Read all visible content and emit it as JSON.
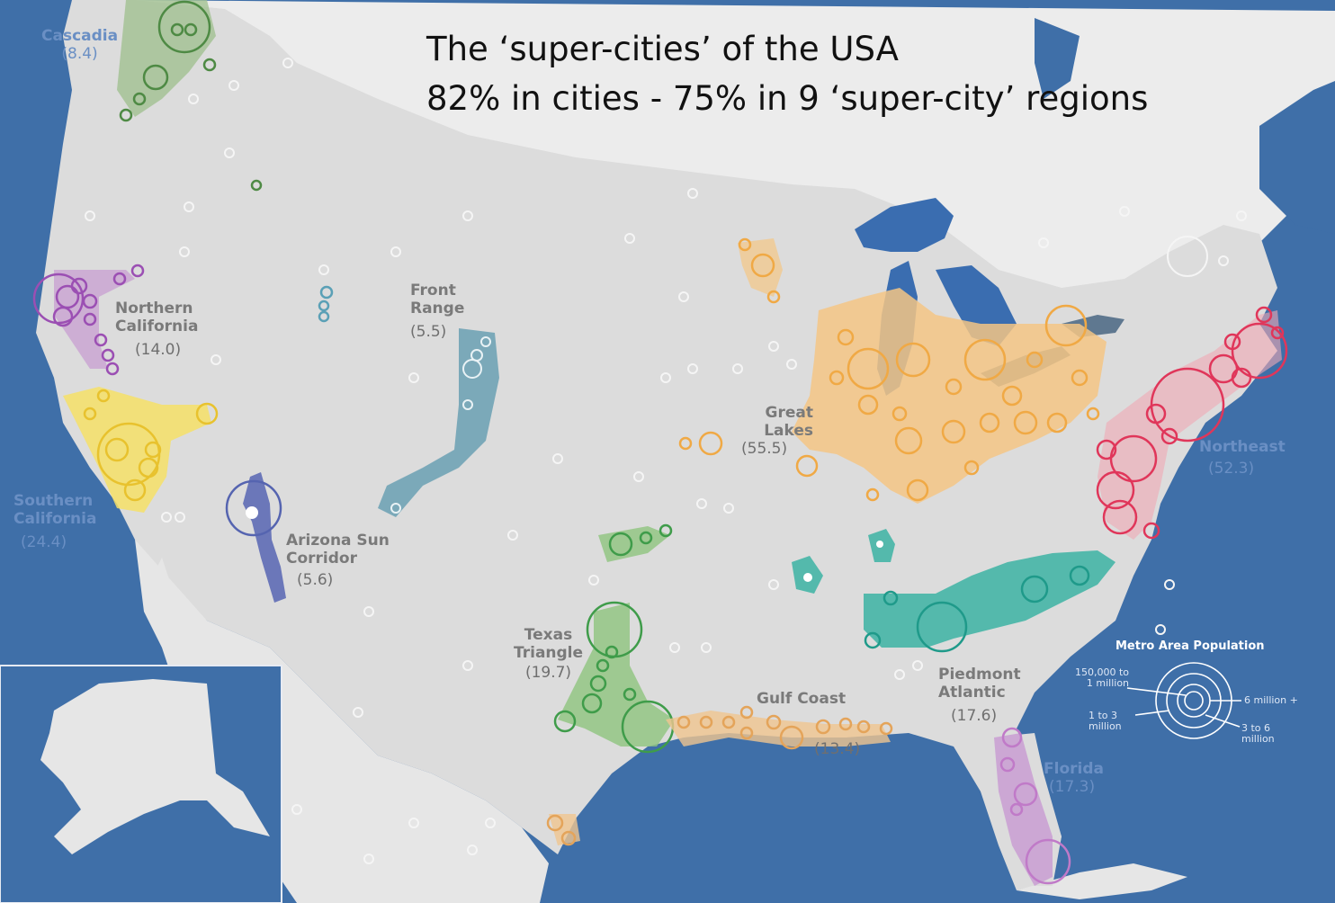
{
  "title_line1": "The ‘super-cities’ of the USA",
  "title_line2": "82% in cities - 75% in 9 ‘super-city’ regions",
  "regions": [
    {
      "name": "Cascadia",
      "value": "(8.4)",
      "color": "#5a9a4e"
    },
    {
      "name": "Northern California",
      "name_l1": "Northern",
      "name_l2": "California",
      "value": "(14.0)",
      "color": "#b05fc4"
    },
    {
      "name": "Southern California",
      "name_l1": "Southern",
      "name_l2": "California",
      "value": "(24.4)",
      "color": "#f2d23c"
    },
    {
      "name": "Front Range",
      "name_l1": "Front",
      "name_l2": "Range",
      "value": "(5.5)",
      "color": "#5fa7b6"
    },
    {
      "name": "Arizona Sun Corridor",
      "name_l1": "Arizona Sun",
      "name_l2": "Corridor",
      "value": "(5.6)",
      "color": "#5564b0"
    },
    {
      "name": "Texas Triangle",
      "name_l1": "Texas",
      "name_l2": "Triangle",
      "value": "(19.7)",
      "color": "#5aaa5a"
    },
    {
      "name": "Great Lakes",
      "name_l1": "Great",
      "name_l2": "Lakes",
      "value": "(55.5)",
      "color": "#f0a945"
    },
    {
      "name": "Gulf Coast",
      "value": "(13.4)",
      "color": "#e4a45a"
    },
    {
      "name": "Piedmont Atlantic",
      "name_l1": "Piedmont",
      "name_l2": "Atlantic",
      "value": "(17.6)",
      "color": "#2faa9a"
    },
    {
      "name": "Northeast",
      "value": "(52.3)",
      "color": "#e0365a"
    },
    {
      "name": "Florida",
      "value": "(17.3)",
      "color": "#c07ac8"
    }
  ],
  "legend": {
    "title": "Metro Area Population",
    "a_l1": "150,000 to",
    "a_l2": "1 million",
    "b_l1": "1 to 3",
    "b_l2": "million",
    "c": "6 million +",
    "d_l1": "3 to 6",
    "d_l2": "million"
  },
  "colors": {
    "ocean": "#3f6fa8",
    "land": "#dcdcdc",
    "outside_land": "#ececec",
    "lakes": "#3a6db0"
  }
}
